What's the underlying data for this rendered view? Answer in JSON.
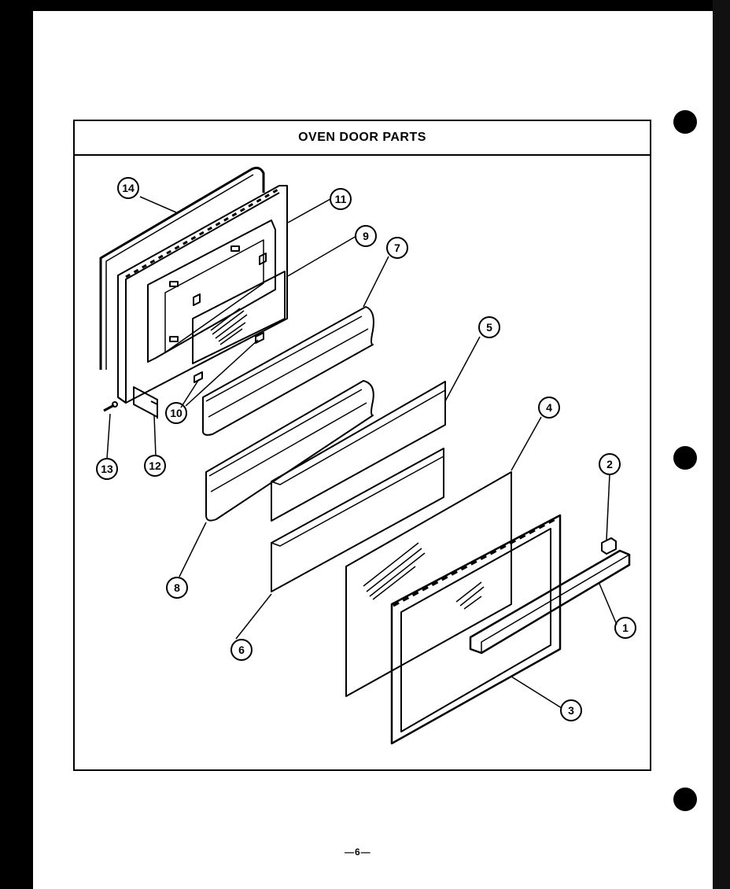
{
  "title": "OVEN DOOR PARTS",
  "callouts": {
    "c1": "1",
    "c2": "2",
    "c3": "3",
    "c4": "4",
    "c5": "5",
    "c6": "6",
    "c7": "7",
    "c8": "8",
    "c9": "9",
    "c10": "10",
    "c11": "11",
    "c12": "12",
    "c13": "13",
    "c14": "14"
  },
  "footer": {
    "page": "—6—"
  }
}
